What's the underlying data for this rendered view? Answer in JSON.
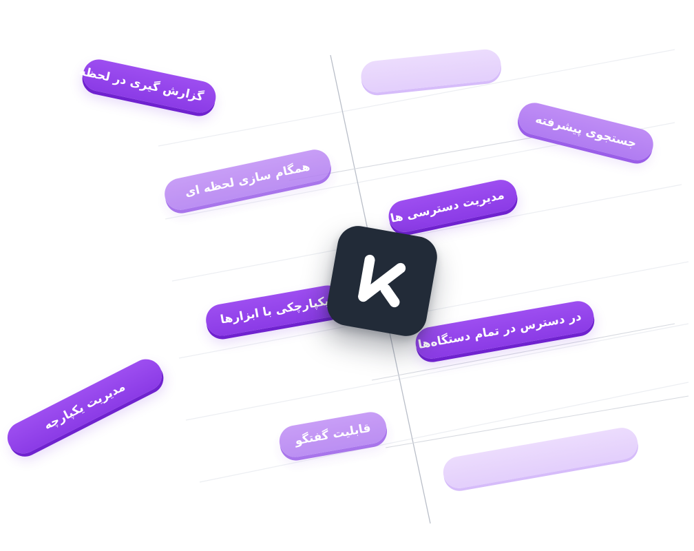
{
  "brand": {
    "logo_icon": "k-logo-icon",
    "tile_color": "#222b38",
    "accent_color": "#8b3be6"
  },
  "features": [
    "گزارش گیری در لحظه",
    "جستجوی پیشرفته",
    "همگام سازی لحظه ای",
    "مدیریت دسترسی ها",
    "یکپارچکی با ابزارها",
    "در دسترس در تمام دستگاه‌ها",
    "مدیریت یکپارچه",
    "قابلیت گفتگو"
  ]
}
